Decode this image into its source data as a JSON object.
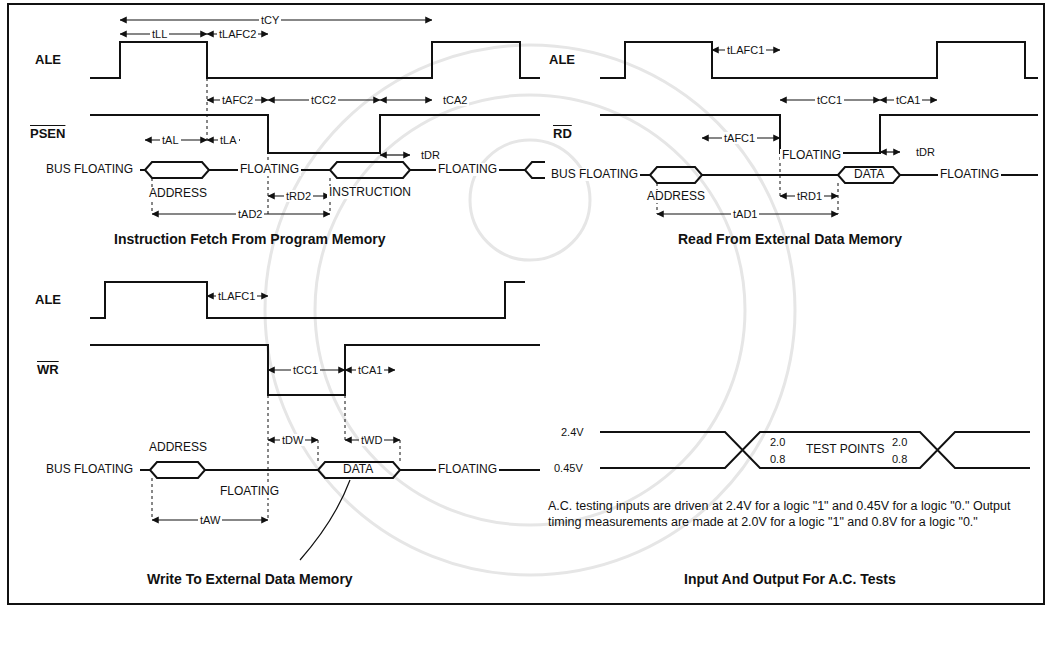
{
  "diagram": {
    "labels": [
      "tCY",
      "tLL",
      "tLAFC2",
      "ALE",
      "tAFC2",
      "tCC2",
      "tCA2",
      "PSEN",
      "tAL",
      "tLA",
      "tDR",
      "BUS FLOATING",
      "FLOATING",
      "FLOATING",
      "ADDRESS",
      "tRD2",
      "INSTRUCTION",
      "tAD2",
      "Instruction Fetch From Program Memory",
      "tLAFC1",
      "ALE",
      "RD",
      "tCC1",
      "tCA1",
      "tAFC1",
      "tDR",
      "FLOATING",
      "BUS FLOATING",
      "DATA",
      "FLOATING",
      "ADDRESS",
      "tRD1",
      "tAD1",
      "Read From External Data Memory",
      "tLAFC1",
      "ALE",
      "WR",
      "tCC1",
      "tCA1",
      "ADDRESS",
      "tDW",
      "tWD",
      "BUS FLOATING",
      "DATA",
      "FLOATING",
      "FLOATING",
      "tAW",
      "Write To External Data Memory",
      "2.4V",
      "0.45V",
      "2.0",
      "0.8",
      "TEST POINTS",
      "2.0",
      "0.8",
      "A.C. testing inputs are driven at 2.4V for a logic \"1\" and 0.45V for a logic \"0.\" Output timing measurements are made at 2.0V for a logic \"1\" and 0.8V for a logic \"0.\"",
      "Input And Output For A.C. Tests"
    ]
  }
}
